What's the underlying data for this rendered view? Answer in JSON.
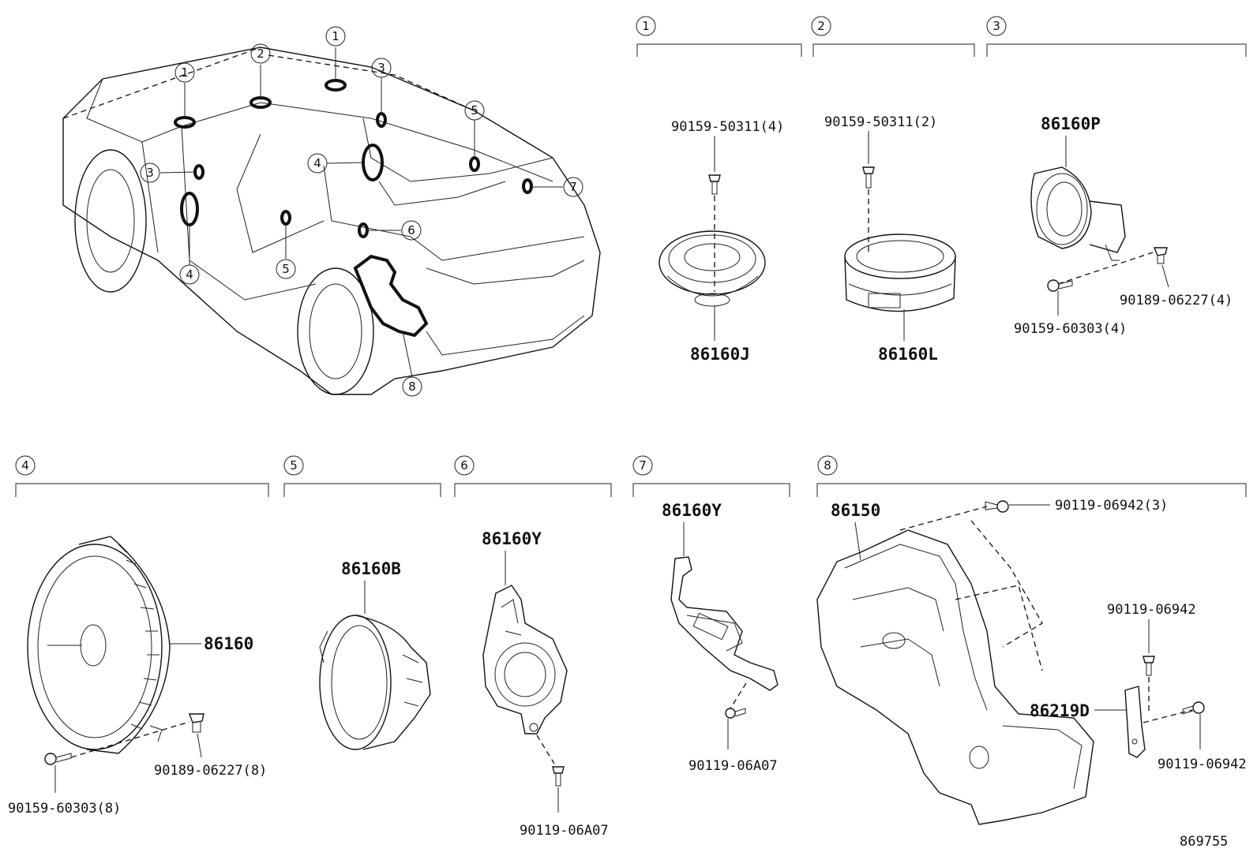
{
  "diagram_id": "869755",
  "section_markers": [
    "1",
    "2",
    "3",
    "4",
    "5",
    "6",
    "7",
    "8"
  ],
  "car_callouts": {
    "c1a": "1",
    "c1b": "1",
    "c2": "2",
    "c3a": "3",
    "c3b": "3",
    "c4a": "4",
    "c4b": "4",
    "c5a": "5",
    "c5b": "5",
    "c6": "6",
    "c7": "7",
    "c8": "8"
  },
  "sections": {
    "s1": {
      "screw": "90159-50311(4)",
      "part": "86160J"
    },
    "s2": {
      "screw": "90159-50311(2)",
      "part": "86160L"
    },
    "s3": {
      "part": "86160P",
      "screw": "90159-60303(4)",
      "clip": "90189-06227(4)"
    },
    "s4": {
      "part": "86160",
      "screw": "90159-60303(8)",
      "clip": "90189-06227(8)"
    },
    "s5": {
      "part": "86160B"
    },
    "s6": {
      "part": "86160Y",
      "screw": "90119-06A07"
    },
    "s7": {
      "part": "86160Y",
      "screw": "90119-06A07"
    },
    "s8": {
      "part": "86150",
      "bolt_top": "90119-06942(3)",
      "bolt_mid": "90119-06942",
      "bracket": "86219D",
      "bolt_side": "90119-06942"
    }
  }
}
